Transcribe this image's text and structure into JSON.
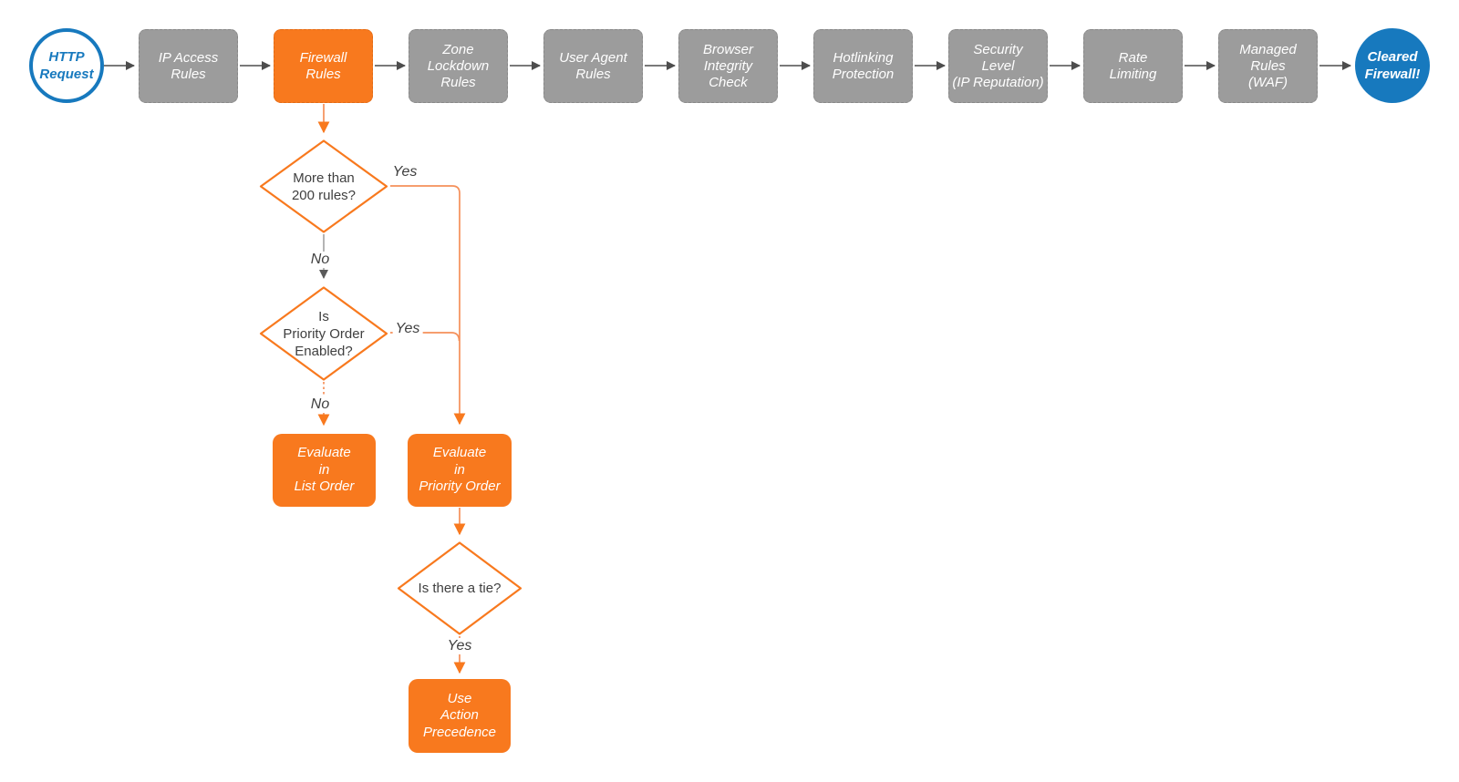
{
  "colors": {
    "orange": "#f8791e",
    "orange_line": "#f5905a",
    "gray_box": "#9c9c9c",
    "blue": "#1779be",
    "arrow_dark": "#4d4d4d",
    "gray_line": "#9a9a9a",
    "text_dark": "#3f3f3f",
    "text_light": "#ffffff"
  },
  "diagram": {
    "start": {
      "label": "HTTP\nRequest"
    },
    "pipeline": [
      {
        "label": "IP Access\nRules",
        "variant": "gray"
      },
      {
        "label": "Firewall\nRules",
        "variant": "orange"
      },
      {
        "label": "Zone\nLockdown\nRules",
        "variant": "gray"
      },
      {
        "label": "User Agent\nRules",
        "variant": "gray"
      },
      {
        "label": "Browser\nIntegrity\nCheck",
        "variant": "gray"
      },
      {
        "label": "Hotlinking\nProtection",
        "variant": "gray"
      },
      {
        "label": "Security\nLevel\n(IP Reputation)",
        "variant": "gray"
      },
      {
        "label": "Rate\nLimiting",
        "variant": "gray"
      },
      {
        "label": "Managed\nRules\n(WAF)",
        "variant": "gray"
      }
    ],
    "end": {
      "label": "Cleared\nFirewall!"
    },
    "decisions": [
      {
        "label": "More than\n200 rules?"
      },
      {
        "label": "Is\nPriority Order\nEnabled?"
      },
      {
        "label": "Is there a tie?"
      }
    ],
    "actions": [
      {
        "label": "Evaluate\nin\nList Order"
      },
      {
        "label": "Evaluate\nin\nPriority Order"
      },
      {
        "label": "Use\nAction\nPrecedence"
      }
    ],
    "edge_labels": {
      "yes1": "Yes",
      "no1": "No",
      "yes2": "Yes",
      "no2": "No",
      "yes3": "Yes"
    }
  }
}
